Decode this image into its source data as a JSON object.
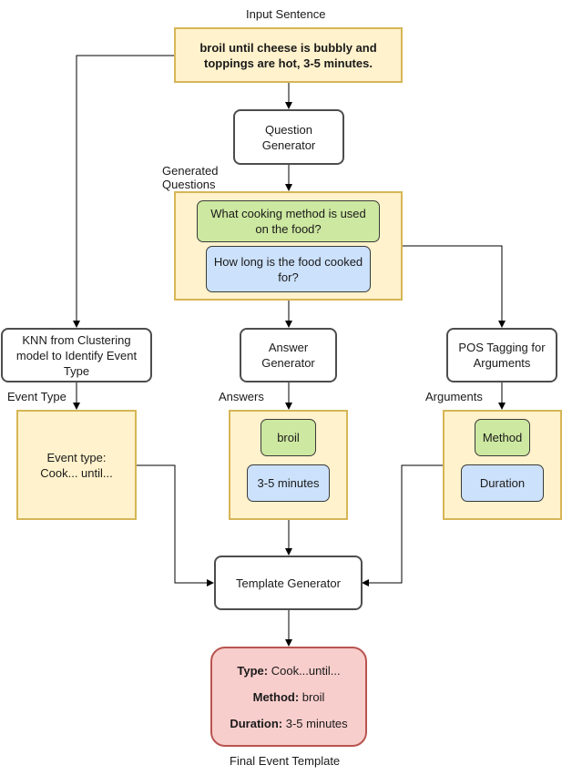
{
  "input": {
    "label": "Input Sentence",
    "sentence": "broil until cheese is bubbly and toppings are hot, 3-5 minutes."
  },
  "question_generator": "Question Generator",
  "generated_questions": {
    "label": "Generated Questions",
    "q1": "What cooking method is used on the food?",
    "q2": "How long is the food cooked for?"
  },
  "knn": {
    "title": "KNN from Clustering model to Identify Event Type",
    "section_label": "Event Type",
    "result": "Event type: Cook... until..."
  },
  "answer_generator": {
    "title": "Answer Generator",
    "section_label": "Answers",
    "a1": "broil",
    "a2": "3-5 minutes"
  },
  "pos_tagging": {
    "title": "POS Tagging for Arguments",
    "section_label": "Arguments",
    "arg1": "Method",
    "arg2": "Duration"
  },
  "template_generator": "Template Generator",
  "final_template": {
    "label": "Final Event Template",
    "type_key": "Type:",
    "type_value": "Cook...until...",
    "method_key": "Method:",
    "method_value": "broil",
    "duration_key": "Duration:",
    "duration_value": "3-5 minutes"
  },
  "colors": {
    "yellow_fill": "#fff2cc",
    "yellow_border": "#d6b656",
    "green_fill": "#cde8a0",
    "blue_fill": "#cce1fb",
    "red_fill": "#f8cecc",
    "red_border": "#b85450"
  }
}
